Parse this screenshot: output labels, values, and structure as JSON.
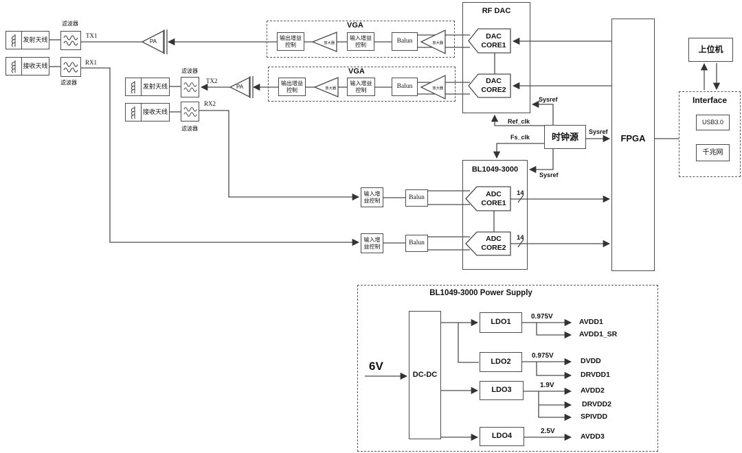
{
  "labels": {
    "tx_antenna": "发射天线",
    "rx_antenna": "接收天线",
    "filter": "滤波器",
    "pa": "PA",
    "vga": "VGA",
    "output_gain_control": "输出增益控制",
    "input_gain_control": "输入增益控制",
    "amplifier": "放大器",
    "balun": "Balun",
    "tx1": "TX1",
    "rx1": "RX1",
    "tx2": "TX2",
    "rx2": "RX2"
  },
  "rf_dac": {
    "title": "RF DAC",
    "core1": "DAC CORE1",
    "core2": "DAC CORE2"
  },
  "adc": {
    "title": "BL1049-3000",
    "core1": "ADC CORE1",
    "core2": "ADC CORE2",
    "bus_width": "14"
  },
  "clock": {
    "title": "时钟源",
    "sysref": "Sysref",
    "ref_clk": "Ref_clk",
    "fs_clk": "Fs_clk"
  },
  "fpga": {
    "title": "FPGA"
  },
  "host": {
    "title": "上位机"
  },
  "interface": {
    "title": "Interface",
    "usb": "USB3.0",
    "ethernet": "千兆网"
  },
  "power": {
    "title": "BL1049-3000  Power Supply",
    "input_voltage": "6V",
    "dcdc": "DC-DC",
    "ldos": [
      {
        "name": "LDO1",
        "voltage": "0.975V",
        "rails": [
          "AVDD1",
          "AVDD1_SR"
        ]
      },
      {
        "name": "LDO2",
        "voltage": "0.975V",
        "rails": [
          "DVDD",
          "DRVDD1"
        ]
      },
      {
        "name": "LDO3",
        "voltage": "1.9V",
        "rails": [
          "AVDD2",
          "DRVDD2",
          "SPIVDD"
        ]
      },
      {
        "name": "LDO4",
        "voltage": "2.5V",
        "rails": [
          "AVDD3"
        ]
      }
    ]
  },
  "colors": {
    "line": "#4a4a4a",
    "background": "#ffffff",
    "text": "#111111"
  }
}
